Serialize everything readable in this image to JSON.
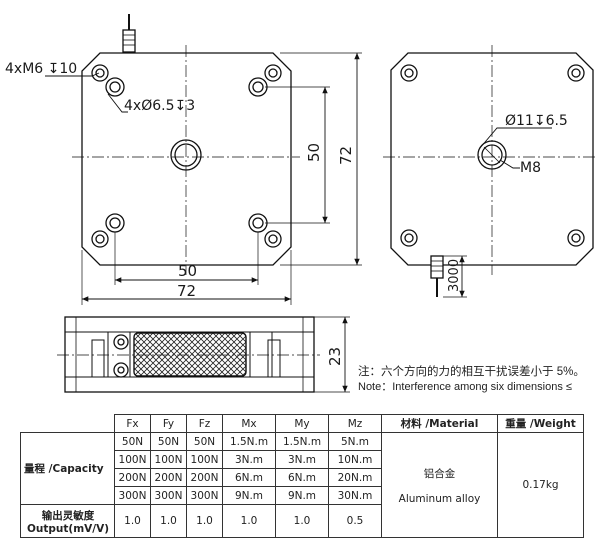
{
  "top_left_view": {
    "thread_callout": "4xM6 ↧10",
    "hole_callout": "4xØ6.5↧3",
    "dim_inner": "50",
    "dim_outer": "72",
    "dim_inner_vertical": "50",
    "dim_outer_vertical": "72"
  },
  "top_right_view": {
    "bore_callout": "Ø11↧6.5",
    "thread_label": "M8",
    "cable_length": "3000"
  },
  "side_view": {
    "height_dim": "23"
  },
  "note": {
    "cn": "注：六个方向的力的相互干扰误差小于 5%。",
    "en": "Note：Interference among six dimensions ≤"
  },
  "spec_table": {
    "headers": [
      "Fx",
      "Fy",
      "Fz",
      "Mx",
      "My",
      "Mz"
    ],
    "material_header": "材料 /Material",
    "weight_header": "重量 /Weight",
    "capacity_label": "量程 /Capacity",
    "capacity_rows": [
      [
        "50N",
        "50N",
        "50N",
        "1.5N.m",
        "1.5N.m",
        "5N.m"
      ],
      [
        "100N",
        "100N",
        "100N",
        "3N.m",
        "3N.m",
        "10N.m"
      ],
      [
        "200N",
        "200N",
        "200N",
        "6N.m",
        "6N.m",
        "20N.m"
      ],
      [
        "300N",
        "300N",
        "300N",
        "9N.m",
        "9N.m",
        "30N.m"
      ]
    ],
    "output_label_cn": "输出灵敏度",
    "output_label_en": "Output(mV/V)",
    "output_values": [
      "1.0",
      "1.0",
      "1.0",
      "1.0",
      "1.0",
      "0.5"
    ],
    "material_cn": "铝合金",
    "material_en": "Aluminum alloy",
    "weight": "0.17kg"
  }
}
